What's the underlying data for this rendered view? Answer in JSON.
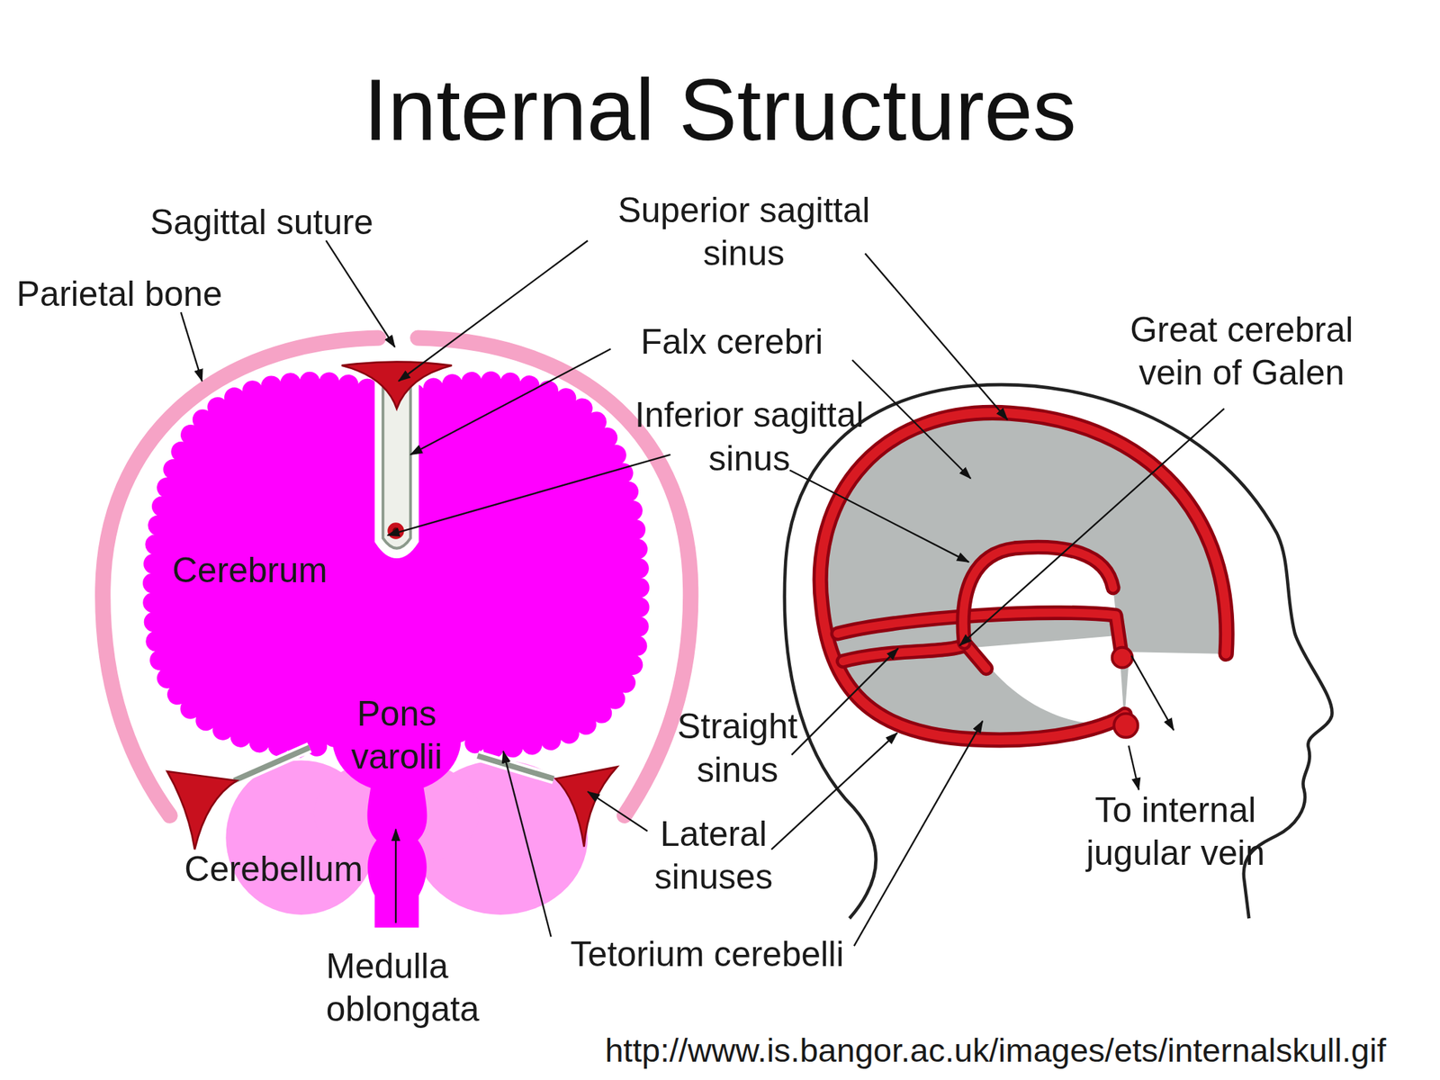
{
  "diagram": {
    "title": "Internal Structures",
    "labels": [
      "Sagittal suture",
      "Parietal bone",
      "Superior sagittal sinus",
      "Falx cerebri",
      "Great cerebral vein of Galen",
      "Inferior sagittal sinus",
      "Cerebrum",
      "Pons varolii",
      "Straight sinus",
      "Lateral sinuses",
      "To internal jugular vein",
      "Cerebellum",
      "Medulla oblongata",
      "Tetorium cerebelli",
      "http://www.is.bangor.ac.uk/images/ets/internalskull.gif"
    ]
  }
}
